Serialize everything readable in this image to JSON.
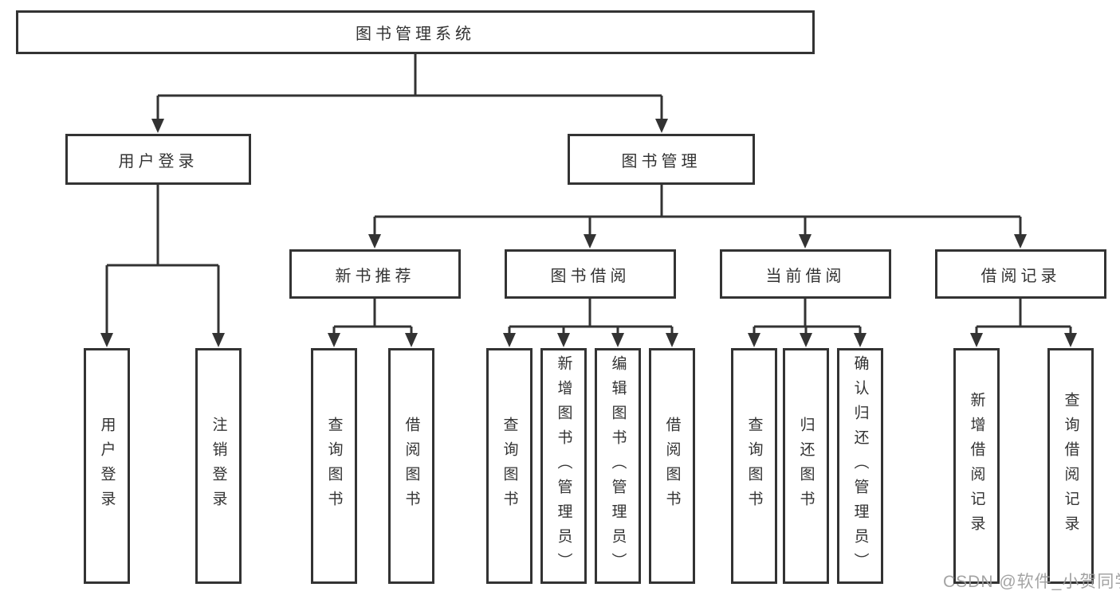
{
  "diagram_title": "图书管理系统",
  "tree": {
    "root": {
      "label": "图书管理系统"
    },
    "branches": [
      {
        "label": "用户登录",
        "children": [
          {
            "label": "用户登录"
          },
          {
            "label": "注销登录"
          }
        ]
      },
      {
        "label": "图书管理",
        "children": [
          {
            "label": "新书推荐",
            "children": [
              {
                "label": "查询图书"
              },
              {
                "label": "借阅图书"
              }
            ]
          },
          {
            "label": "图书借阅",
            "children": [
              {
                "label": "查询图书"
              },
              {
                "label": "新增图书（管理员）"
              },
              {
                "label": "编辑图书（管理员）"
              },
              {
                "label": "借阅图书"
              }
            ]
          },
          {
            "label": "当前借阅",
            "children": [
              {
                "label": "查询图书"
              },
              {
                "label": "归还图书"
              },
              {
                "label": "确认归还（管理员）"
              }
            ]
          },
          {
            "label": "借阅记录",
            "children": [
              {
                "label": "新增借阅记录"
              },
              {
                "label": "查询借阅记录"
              }
            ]
          }
        ]
      }
    ]
  },
  "watermark": {
    "text": "CSDN @软件_小贺同学",
    "color": "#9b9b9b"
  },
  "colors": {
    "line": "#333333",
    "box_border": "#333333",
    "box_fill": "#ffffff",
    "text": "#333333",
    "background": "#ffffff"
  }
}
